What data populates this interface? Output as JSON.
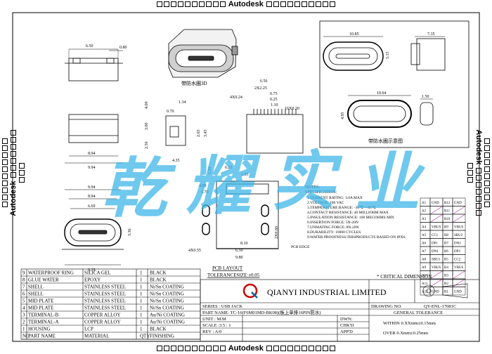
{
  "watermark_bar": {
    "label": "Autodesk",
    "squares_left": 10,
    "squares_right": 10
  },
  "watermark": {
    "chars": [
      "乾",
      "耀",
      "实",
      "业"
    ],
    "color": "#3fb6e8"
  },
  "views": {
    "top_left_dims": [
      "6.50",
      "0.80"
    ],
    "label_3d": "带防水圈3D",
    "label_ring": "带防水圈示意图",
    "ring_dims": [
      "10.85",
      "7.35",
      "5.15",
      "10.64",
      "1.50",
      "4.95"
    ],
    "pcb_layout": {
      "title": "PCB LAYOUT",
      "tolerance": "TOLERANCESIZE:±0.05"
    },
    "pcb_edge": "PCB EDGE",
    "side_dims": [
      "4.00",
      "3.00",
      "0.70",
      "2.50",
      "1.34",
      "2.65",
      "3.45",
      "8.94",
      "9.94",
      "4.35",
      "1.20"
    ],
    "front_dims": [
      "9.94",
      "8.94",
      "6.69",
      "3.36",
      "9.29"
    ],
    "pcb_dims": [
      "6.56",
      "2X2.25",
      "0.75",
      "4X0.24",
      "0.25",
      "1.10",
      "16X0.20",
      "6.25",
      "1.95",
      "4.00",
      "1.70",
      "8.10",
      "2X0.60",
      "6.50",
      "9.80",
      "4X0.55"
    ]
  },
  "notes": {
    "heading": "NOTES:",
    "spec": "SPECIFICATION:",
    "lines": [
      "1.CURRENT RATING: 3.0A MAX",
      "2.VOLTAGE: 100 VAC",
      "3.TEMPERATURE RANGE: -30℃~+85℃",
      "4.CONTACT RESISTANCE: 40 MILLIOHM MAX",
      "5.INSULATION RESISTANCE: 100 MEGOHMS MIN",
      "6.INSERTION FORCE: 5N-20N",
      "7.UNMATING FORCE: 8N-20N",
      "8.DURABILITY: 10000 CYCLES",
      "9.WATER PROOFNESS:THISPRODUCTS BASED ON IPX6."
    ]
  },
  "pin_table": {
    "rows": [
      [
        "A1",
        "GND",
        "B12",
        "GND"
      ],
      [
        "A2",
        "",
        "B11",
        ""
      ],
      [
        "A3",
        "",
        "B10",
        ""
      ],
      [
        "A4",
        "VBUS",
        "B9",
        "VBUS"
      ],
      [
        "A5",
        "CC1",
        "B8",
        "SBU2"
      ],
      [
        "A6",
        "DP1",
        "B7",
        "DN2"
      ],
      [
        "A7",
        "DN1",
        "B6",
        "DP2"
      ],
      [
        "A8",
        "SBU1",
        "B5",
        "CC2"
      ],
      [
        "A9",
        "VBUS",
        "B4",
        "VBUS"
      ],
      [
        "A10",
        "",
        "B3",
        ""
      ],
      [
        "A11",
        "",
        "B2",
        ""
      ],
      [
        "A12",
        "GND",
        "B1",
        "GND"
      ]
    ]
  },
  "bom": {
    "rows": [
      [
        "9",
        "WATERPROOF RING",
        "SILICA GEL",
        "1",
        "BLACK"
      ],
      [
        "8",
        "GLUE WATER",
        "EPOXY",
        "1",
        "BLACK"
      ],
      [
        "7",
        "SHELL",
        "STAINLESS STEEL",
        "1",
        "Ni/Sn COATING"
      ],
      [
        "6",
        "SHELL",
        "STAINLESS STEEL",
        "1",
        "Ni/Sn COATING"
      ],
      [
        "5",
        "MID PLATE",
        "STAINLESS STEEL",
        "1",
        "Ni/Sn COATING"
      ],
      [
        "4",
        "MID PLATE",
        "STAINLESS STEEL",
        "1",
        "Ni/Sn COATING"
      ],
      [
        "3",
        "TERMINAL-B",
        "COPPER ALLOY",
        "1",
        "Au/Ni COATING"
      ],
      [
        "2",
        "TERMINAL-A",
        "COPPER ALLOY",
        "1",
        "Au/Ni COATING"
      ],
      [
        "1",
        "HOUSING",
        "LCP",
        "1",
        "BLACK"
      ]
    ],
    "header": [
      "NO",
      "PART NAME",
      "MATERIAL",
      "QTY",
      "FINISHING"
    ]
  },
  "title_block": {
    "critical": "* CRITICAL  DIMENSION",
    "company": "QIANYI INDUSTRIAL LIMITED",
    "series": "SERIES : USB JACK",
    "part_name": "PART NAME: TC-16(F6M01MD-BK08)(板上单排16PIN防水)",
    "unit": "UNIT  : M.M",
    "scale": "SCALE :3.5 : 1",
    "rev": "REV  : A/0",
    "dwn": "DWN:",
    "chkd": "CHK'D",
    "appd": "APP'D",
    "drawing_no_label": "DRAWING NO:",
    "drawing_no": "QY-ENL-17081C",
    "general_tolerance": "GENERAL TOLERANCE",
    "within": "WITHIN 0.XXmm±0.15mm",
    "over": "OVER   0.Xmm±0.25mm"
  }
}
